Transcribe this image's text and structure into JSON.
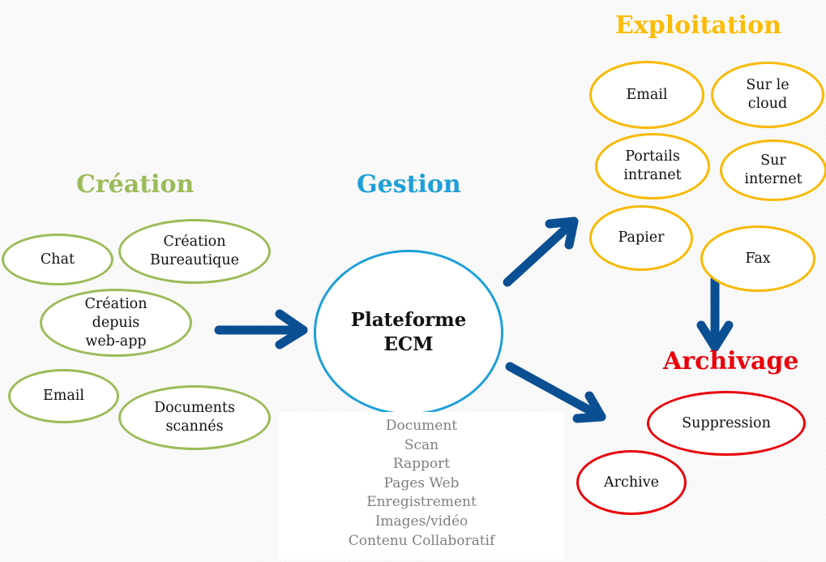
{
  "diagram": {
    "sections": {
      "creation": {
        "title": "Création",
        "color": "#9bbb59"
      },
      "gestion": {
        "title": "Gestion",
        "color": "#1e9fd9"
      },
      "exploitation": {
        "title": "Exploitation",
        "color": "#fbbc04"
      },
      "archivage": {
        "title": "Archivage",
        "color": "#e8000b"
      }
    },
    "creation_nodes": [
      {
        "label": "Chat"
      },
      {
        "label": "Création\nBureautique"
      },
      {
        "label": "Création\ndepuis\nweb-app"
      },
      {
        "label": "Email"
      },
      {
        "label": "Documents\nscannés"
      }
    ],
    "center_node": {
      "label": "Plateforme\nECM"
    },
    "content_types": [
      "Document",
      "Scan",
      "Rapport",
      "Pages Web",
      "Enregistrement",
      "Images/vidéo",
      "Contenu Collaboratif"
    ],
    "exploitation_nodes": [
      {
        "label": "Email"
      },
      {
        "label": "Sur le\ncloud"
      },
      {
        "label": "Portails\nintranet"
      },
      {
        "label": "Sur\ninternet"
      },
      {
        "label": "Papier"
      },
      {
        "label": "Fax"
      }
    ],
    "archivage_nodes": [
      {
        "label": "Suppression"
      },
      {
        "label": "Archive"
      }
    ],
    "arrow_color": "#0b4f93",
    "edges": [
      {
        "from": "Création",
        "to": "Plateforme ECM"
      },
      {
        "from": "Plateforme ECM",
        "to": "Exploitation"
      },
      {
        "from": "Plateforme ECM",
        "to": "Archivage"
      },
      {
        "from": "Fax",
        "to": "Archivage"
      }
    ]
  }
}
